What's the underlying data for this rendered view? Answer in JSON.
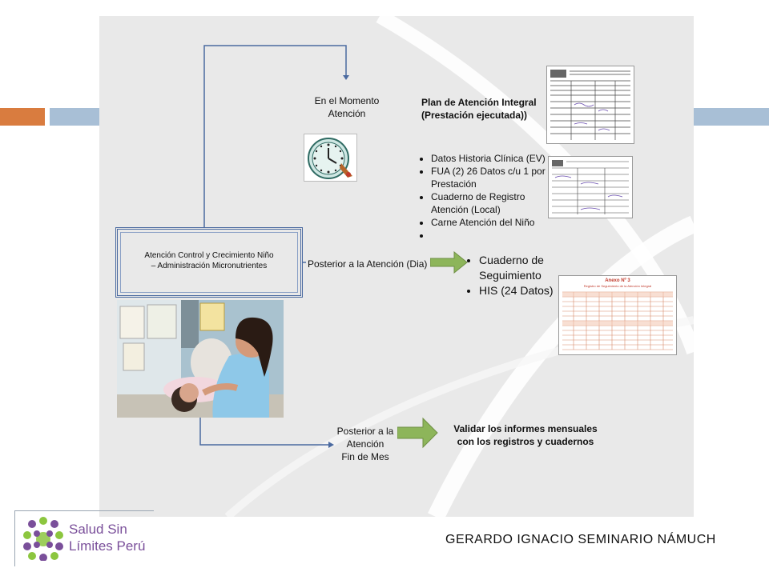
{
  "diagram": {
    "moment_label": "En el Momento\nAtención",
    "plan_title": "Plan de Atención Integral\n(Prestación ejecutada))",
    "bullets_top": [
      "Datos Historia Clínica (EV)",
      "FUA (2) 26 Datos c/u 1 por Prestación",
      "Cuaderno de Registro Atención (Local)",
      "Carne Atención del Niño",
      ""
    ],
    "box_label": "Atención Control y Crecimiento Niño\n– Administración Micronutrientes",
    "posterior_dia": "Posterior a la Atención (Dia)",
    "bullets_right": [
      "Cuaderno de Seguimiento",
      "HIS (24 Datos)"
    ],
    "posterior_mes": "Posterior a la\nAtención\nFin de Mes",
    "validar": "Validar los informes mensuales\ncon los registros y cuadernos",
    "anexo_title": "Anexo Nº 3",
    "anexo_subtitle": "Registro de Seguimiento de la Atención Integral"
  },
  "footer": {
    "logo_text": "Salud Sin\nLímites Perú",
    "author": "GERARDO IGNACIO SEMINARIO NÁMUCH"
  },
  "colors": {
    "orange_accent": "#d97c3f",
    "blue_accent": "#a8bfd6",
    "logo_purple": "#7a4f9a",
    "logo_green": "#8cc63f",
    "arrow_green": "#8db55a",
    "line_blue": "#4b6aa0"
  }
}
